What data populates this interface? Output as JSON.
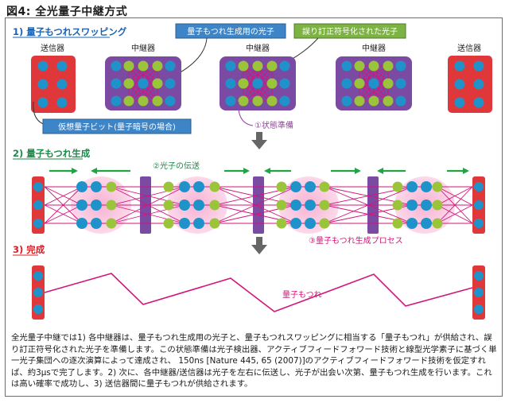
{
  "title": "図4:  全光量子中継方式",
  "sections": {
    "s1": "1) 量子もつれスワッピング",
    "s2": "2) 量子もつれ生成",
    "s3": "3) 完成"
  },
  "nodes": {
    "sender": "送信器",
    "repeater": "中継器"
  },
  "callouts": {
    "entangle_photon": "量子もつれ生成用の光子",
    "error_corrected_photon": "誤り訂正符号化された光子",
    "virtual_qubit": "仮想量子ビット(量子暗号の場合)",
    "state_prep": "①状態準備",
    "photon_transfer": "②光子の伝送",
    "entangle_process": "③量子もつれ生成プロセス",
    "entanglement": "量子もつれ"
  },
  "colors": {
    "section_blue": "#1a63b4",
    "section_green": "#1c8a48",
    "section_red": "#d61f26",
    "sender_red": "#e0383a",
    "repeater_purple": "#7b4aa3",
    "qubit_blue": "#1f93c9",
    "photon_green": "#9ac43a",
    "link_magenta": "#d3157a",
    "callout_blue": "#3d85c6",
    "callout_green": "#7cb342",
    "arrow_green": "#22a345"
  },
  "caption": "全光量子中継では1) 各中継器は、量子もつれ生成用の光子と、量子もつれスワッピングに相当する「量子もつれ」が供給され、誤り訂正符号化された光子を準備します。この状態準備は光子検出器、アクティブフィードフォワード技術と線型光学素子に基づく単一光子集団への逐次演算によって達成され、 150ns [Nature 445, 65 (2007)]のアクティブフィードフォワード技術を仮定すれば、約3μsで完了します。2) 次に、各中継器/送信器は光子を左右に伝送し、光子が出会い次第、量子もつれ生成を行います。これは高い確率で成功し、3) 送信器間に量子もつれが供給されます。"
}
